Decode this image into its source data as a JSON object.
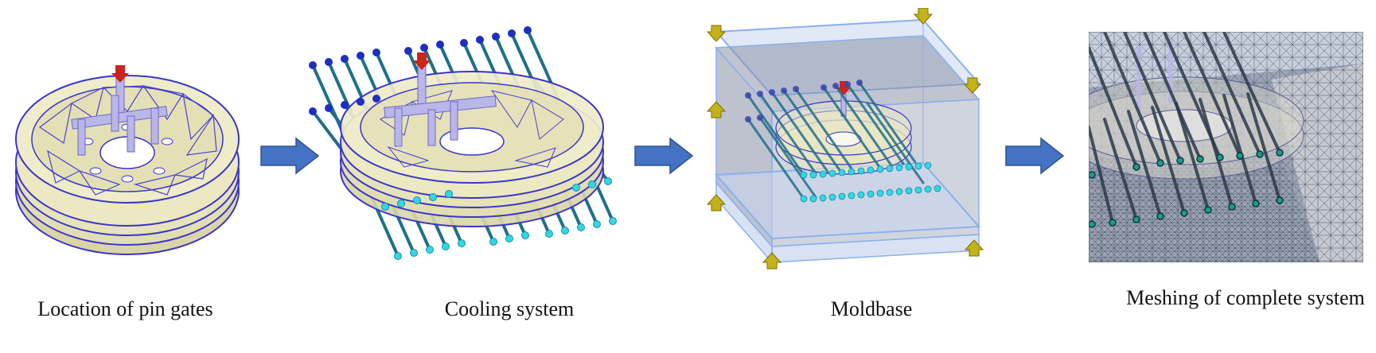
{
  "steps": [
    {
      "caption": "Location of pin gates",
      "icon": "wheel-with-pin-gates"
    },
    {
      "caption": "Cooling system",
      "icon": "wheel-with-cooling-lines"
    },
    {
      "caption": "Moldbase",
      "icon": "moldbase-box"
    },
    {
      "caption": "Meshing of complete system",
      "icon": "meshed-system"
    }
  ],
  "colors": {
    "part_fill": "#e9e6c2",
    "part_edge": "#3a35c8",
    "gate_runner": "#b9b6e8",
    "gate_red": "#c9261e",
    "cooling_line": "#1f6f8b",
    "cooling_end_cyan": "#33d6e6",
    "cooling_end_blue": "#1b2fc0",
    "mold_box": "#7f8da8",
    "mold_edge": "#8ab0f0",
    "mold_marker": "#c4b21a",
    "flow_arrow": "#4472c4"
  }
}
